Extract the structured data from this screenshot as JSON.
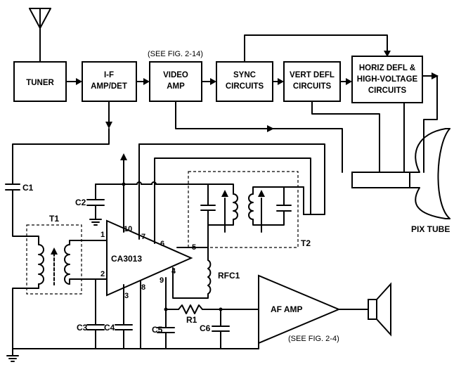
{
  "blocks": {
    "tuner": "TUNER",
    "if_line1": "I-F",
    "if_line2": "AMP/DET",
    "video_line1": "VIDEO",
    "video_line2": "AMP",
    "sync_line1": "SYNC",
    "sync_line2": "CIRCUITS",
    "vert_line1": "VERT DEFL",
    "vert_line2": "CIRCUITS",
    "horiz_line1": "HORIZ DEFL &",
    "horiz_line2": "HIGH-VOLTAGE",
    "horiz_line3": "CIRCUITS"
  },
  "notes": {
    "see_fig_2_14": "(SEE FIG. 2-14)",
    "see_fig_2_4": "(SEE FIG. 2-4)",
    "pix_tube": "PIX TUBE"
  },
  "ic": {
    "name": "CA3013",
    "pins": [
      "1",
      "2",
      "3",
      "4",
      "5",
      "6",
      "7",
      "8",
      "9",
      "10"
    ]
  },
  "amp": {
    "label": "AF AMP"
  },
  "components": {
    "c1": "C1",
    "c2": "C2",
    "c3": "C3",
    "c4": "C4",
    "c5": "C5",
    "c6": "C6",
    "t1": "T1",
    "t2": "T2",
    "r1": "R1",
    "rfc1": "RFC1"
  }
}
